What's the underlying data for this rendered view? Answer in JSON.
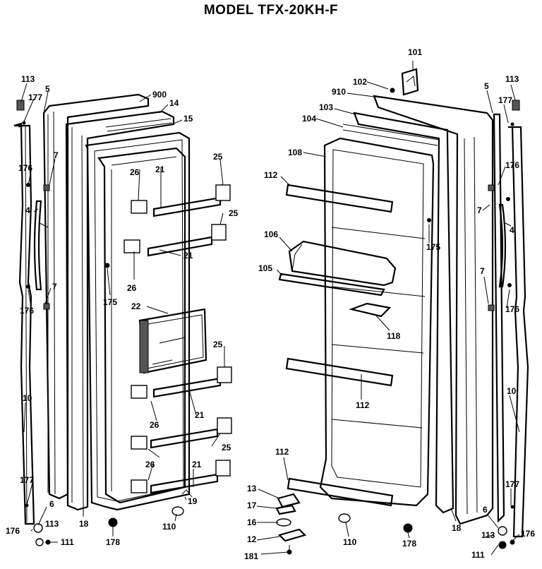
{
  "title": "MODEL TFX-20KH-F",
  "callouts": {
    "c113a": "113",
    "c5a": "5",
    "c177a": "177",
    "c900": "900",
    "c14": "14",
    "c15": "15",
    "c7a": "7",
    "c176a": "176",
    "c4a": "4",
    "c7b": "7",
    "c176b": "176",
    "c10a": "10",
    "c177b": "177",
    "c6a": "6",
    "c176c": "176",
    "c113b": "113",
    "c111a": "111",
    "c18a": "18",
    "c178a": "178",
    "c110a": "110",
    "c19": "19",
    "c26a": "26",
    "c21a": "21",
    "c25a": "25",
    "c25b": "25",
    "c21b": "21",
    "c26b": "26",
    "c175a": "175",
    "c22": "22",
    "c25c": "25",
    "c26c": "26",
    "c21c": "21",
    "c25d": "25",
    "c26d": "26",
    "c21d": "21",
    "c101": "101",
    "c102": "102",
    "c910": "910",
    "c103": "103",
    "c104": "104",
    "c108": "108",
    "c112a": "112",
    "c106": "106",
    "c105": "105",
    "c175b": "175",
    "c118": "118",
    "c112b": "112",
    "c112c": "112",
    "c13": "13",
    "c17": "17",
    "c16": "16",
    "c12": "12",
    "c181": "181",
    "c110b": "110",
    "c178b": "178",
    "c18b": "18",
    "c113c": "113",
    "c5b": "5",
    "c177c": "177",
    "c176d": "176",
    "c7c": "7",
    "c4b": "4",
    "c7d": "7",
    "c176e": "176",
    "c10b": "10",
    "c177d": "177",
    "c6b": "6",
    "c113d": "113",
    "c111b": "111",
    "c176f": "176"
  }
}
